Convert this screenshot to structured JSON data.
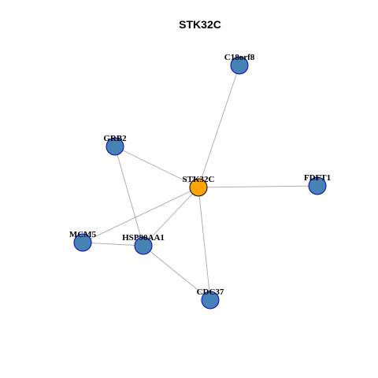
{
  "title": "STK32C",
  "colors": {
    "hub_fill": "#FFA500",
    "hub_stroke": "#000000",
    "node_fill": "#4682B4",
    "node_stroke": "#0000CD",
    "edge": "#A9A9A9"
  },
  "nodes": [
    {
      "id": "C18orf8",
      "label": "C18orf8",
      "hub": false
    },
    {
      "id": "GRB2",
      "label": "GRB2",
      "hub": false
    },
    {
      "id": "STK32C",
      "label": "STK32C",
      "hub": true
    },
    {
      "id": "FDFT1",
      "label": "FDFT1",
      "hub": false
    },
    {
      "id": "MCM5",
      "label": "MCM5",
      "hub": false
    },
    {
      "id": "HSP90AA1",
      "label": "HSP90AA1",
      "hub": false
    },
    {
      "id": "CDC37",
      "label": "CDC37",
      "hub": false
    }
  ],
  "edges": [
    [
      "STK32C",
      "C18orf8"
    ],
    [
      "STK32C",
      "GRB2"
    ],
    [
      "STK32C",
      "FDFT1"
    ],
    [
      "STK32C",
      "MCM5"
    ],
    [
      "STK32C",
      "HSP90AA1"
    ],
    [
      "STK32C",
      "CDC37"
    ],
    [
      "GRB2",
      "HSP90AA1"
    ],
    [
      "MCM5",
      "HSP90AA1"
    ],
    [
      "HSP90AA1",
      "CDC37"
    ]
  ]
}
